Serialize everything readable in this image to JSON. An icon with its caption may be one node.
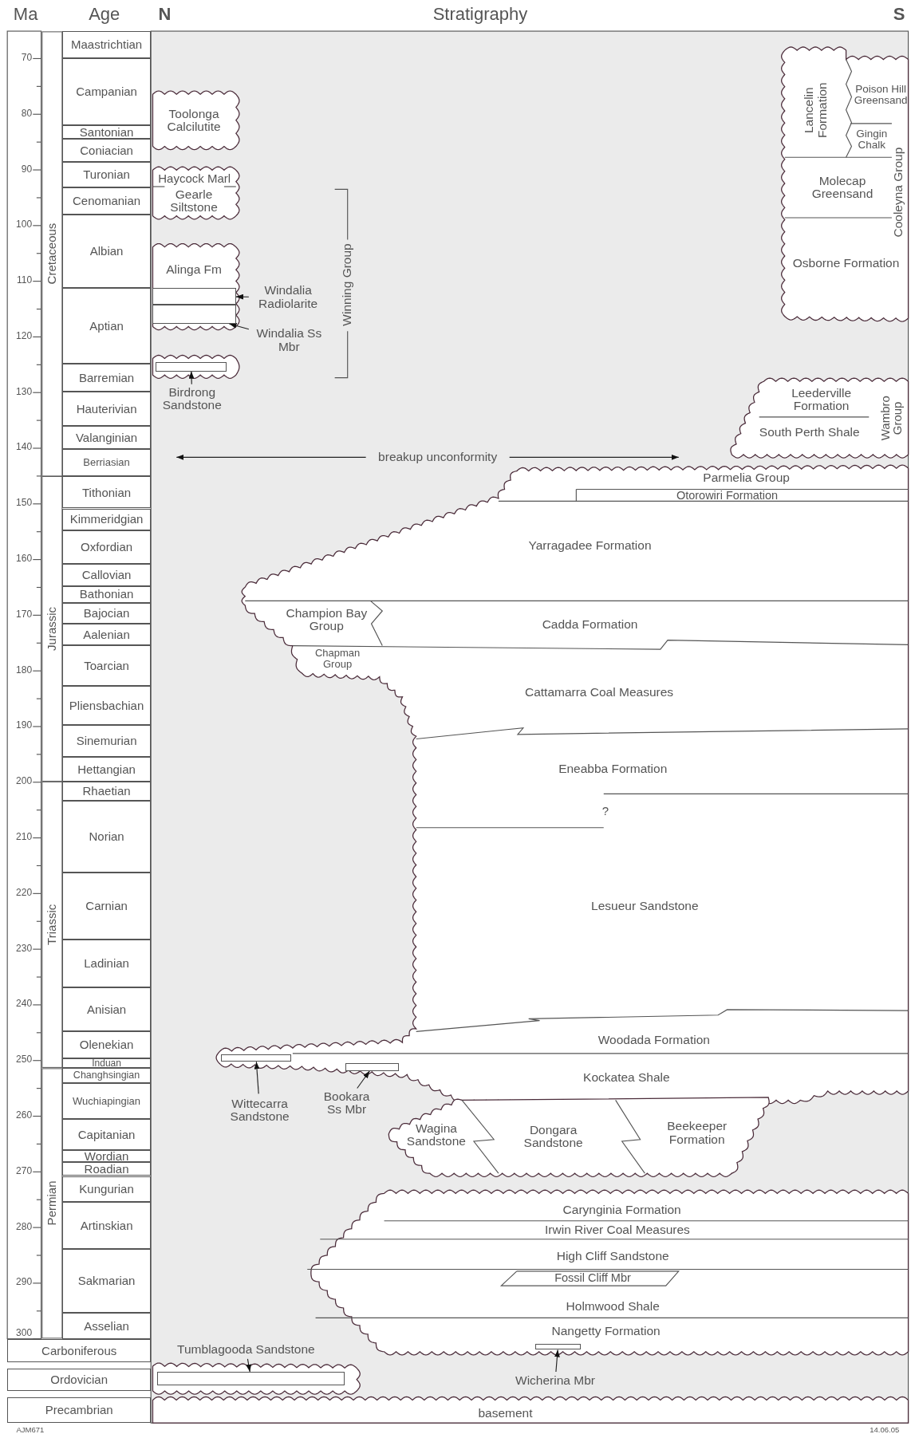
{
  "diagram": {
    "title": "Stratigraphy",
    "nodes": [
      {
        "text": [
          "Cretaceous"
        ]
      },
      {
        "text": [
          "Jurassic"
        ]
      },
      {
        "text": [
          "Triassic"
        ]
      },
      {
        "text": [
          "Permian"
        ]
      },
      {
        "text": [
          "Carboniferous"
        ]
      },
      {
        "text": [
          "Ordovician"
        ]
      },
      {
        "text": [
          "Precambrian"
        ]
      },
      {
        "text": [
          "Maastrichtian"
        ]
      },
      {
        "text": [
          "Campanian"
        ]
      },
      {
        "text": [
          "Santonian"
        ]
      },
      {
        "text": [
          "Coniacian"
        ]
      },
      {
        "text": [
          "Turonian"
        ]
      },
      {
        "text": [
          "Cenomanian"
        ]
      },
      {
        "text": [
          "Albian"
        ]
      },
      {
        "text": [
          "Aptian"
        ]
      },
      {
        "text": [
          "Barremian"
        ]
      },
      {
        "text": [
          "Hauterivian"
        ]
      },
      {
        "text": [
          "Valanginian"
        ]
      },
      {
        "text": [
          "Berriasian"
        ]
      },
      {
        "text": [
          "Tithonian"
        ]
      },
      {
        "text": [
          "Kimmeridgian"
        ]
      },
      {
        "text": [
          "Oxfordian"
        ]
      },
      {
        "text": [
          "Callovian"
        ]
      },
      {
        "text": [
          "Bathonian"
        ]
      },
      {
        "text": [
          "Bajocian"
        ]
      },
      {
        "text": [
          "Aalenian"
        ]
      },
      {
        "text": [
          "Toarcian"
        ]
      },
      {
        "text": [
          "Pliensbachian"
        ]
      },
      {
        "text": [
          "Sinemurian"
        ]
      },
      {
        "text": [
          "Hettangian"
        ]
      },
      {
        "text": [
          "Rhaetian"
        ]
      },
      {
        "text": [
          "Norian"
        ]
      },
      {
        "text": [
          "Carnian"
        ]
      },
      {
        "text": [
          "Ladinian"
        ]
      },
      {
        "text": [
          "Anisian"
        ]
      },
      {
        "text": [
          "Olenekian"
        ]
      },
      {
        "text": [
          "Induan"
        ]
      },
      {
        "text": [
          "Changhsingian"
        ]
      },
      {
        "text": [
          "Wuchiapingian"
        ]
      },
      {
        "text": [
          "Capitanian"
        ]
      },
      {
        "text": [
          "Wordian"
        ]
      },
      {
        "text": [
          "Roadian"
        ]
      },
      {
        "text": [
          "Kungurian"
        ]
      },
      {
        "text": [
          "Artinskian"
        ]
      },
      {
        "text": [
          "Sakmarian"
        ]
      },
      {
        "text": [
          "Asselian"
        ]
      },
      {
        "text": [
          "Toolonga Calcilutite"
        ]
      },
      {
        "text": [
          "Haycock Marl"
        ]
      },
      {
        "text": [
          "Gearle Siltstone"
        ]
      },
      {
        "text": [
          "Alinga Fm"
        ]
      },
      {
        "text": [],
        "shape": "bar"
      },
      {
        "text": [],
        "shape": "bar"
      },
      {
        "text": [
          "Windalia Radiolarite"
        ]
      },
      {
        "text": [
          "Windalia Ss Mbr"
        ]
      },
      {
        "text": [],
        "shape": "bar"
      },
      {
        "text": [
          "Birdrong Sandstone"
        ]
      },
      {
        "text": [
          "Cooleyna Group"
        ]
      },
      {
        "text": [
          "Lancelin Formation"
        ]
      },
      {
        "text": [
          "Poison Hill Greensand"
        ]
      },
      {
        "text": [
          "Gingin Chalk"
        ]
      },
      {
        "text": [
          "Molecap Greensand"
        ]
      },
      {
        "text": [
          "Osborne Formation"
        ]
      },
      {
        "text": [
          "Wambro Group"
        ]
      },
      {
        "text": [
          "Leederville Formation"
        ]
      },
      {
        "text": [
          "South Perth Shale"
        ]
      },
      {
        "text": [
          "Parmelia Group"
        ]
      },
      {
        "text": [
          "Otorowiri Formation"
        ]
      },
      {
        "text": [
          "Yarragadee Formation"
        ]
      },
      {
        "text": [
          "Champion Bay Group"
        ]
      },
      {
        "text": [
          "Cadda Formation"
        ]
      },
      {
        "text": [
          "Chapman Group"
        ]
      },
      {
        "text": [
          "Cattamarra Coal Measures"
        ]
      },
      {
        "text": [
          "Eneabba Formation"
        ]
      },
      {
        "text": [
          "Lesueur Sandstone"
        ]
      },
      {
        "text": [
          "Woodada Formation"
        ]
      },
      {
        "text": [],
        "shape": "bar"
      },
      {
        "text": [],
        "shape": "bar"
      },
      {
        "text": [
          "Kockatea Shale"
        ]
      },
      {
        "text": [
          "Wittecarra Sandstone"
        ]
      },
      {
        "text": [
          "Bookara Ss Mbr"
        ]
      },
      {
        "text": [
          "Wagina Sandstone"
        ]
      },
      {
        "text": [
          "Dongara Sandstone"
        ]
      },
      {
        "text": [
          "Beekeeper Formation"
        ]
      },
      {
        "text": [
          "Carynginia Formation"
        ]
      },
      {
        "text": [
          "Irwin River Coal Measures"
        ]
      },
      {
        "text": [
          "High Cliff Sandstone"
        ]
      },
      {
        "text": [
          "Fossil Cliff Mbr"
        ]
      },
      {
        "text": [
          "Holmwood Shale"
        ]
      },
      {
        "text": [
          "Nangetty Formation"
        ]
      },
      {
        "text": [],
        "shape": "bar"
      },
      {
        "text": [
          "Tumblagooda Sandstone"
        ]
      },
      {
        "text": [],
        "shape": "bar"
      },
      {
        "text": [
          "Wicherina  Mbr"
        ]
      },
      {
        "text": [
          "basement"
        ]
      }
    ],
    "edges": [
      {
        "from": 52,
        "to": 50,
        "arrow": "to"
      },
      {
        "from": 53,
        "to": 51,
        "arrow": "to"
      },
      {
        "from": 55,
        "to": 54,
        "arrow": "to"
      },
      {
        "from": 78,
        "to": 75,
        "arrow": "to"
      },
      {
        "from": 79,
        "to": 76,
        "arrow": "to"
      },
      {
        "from": 92,
        "to": 89,
        "arrow": "to"
      },
      {
        "from": 90,
        "to": 91,
        "arrow": "to"
      }
    ],
    "labels": [
      "Ma",
      "Age",
      "N",
      "S",
      "70",
      "80",
      "90",
      "100",
      "110",
      "120",
      "130",
      "140",
      "150",
      "160",
      "170",
      "180",
      "190",
      "200",
      "210",
      "220",
      "230",
      "240",
      "250",
      "260",
      "270",
      "280",
      "290",
      "300",
      "Winning Group",
      "breakup unconformity",
      "?",
      "AJM671",
      "14.06.05"
    ]
  }
}
